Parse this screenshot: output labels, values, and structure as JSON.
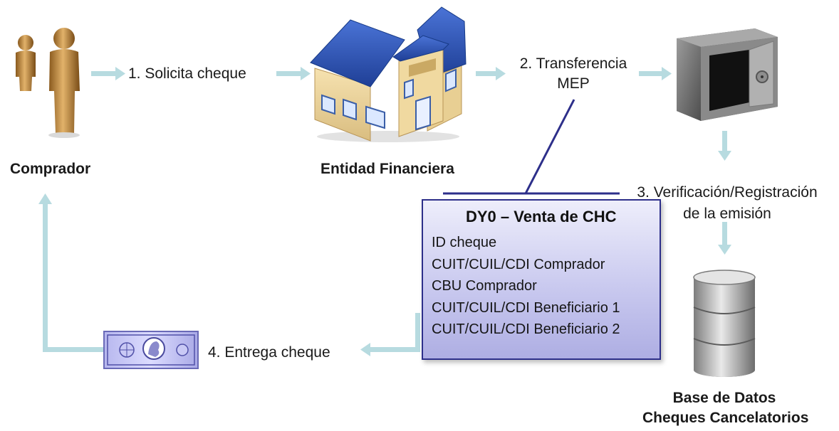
{
  "nodes": {
    "comprador": "Comprador",
    "entidad": "Entidad Financiera",
    "base_line1": "Base de Datos",
    "base_line2": "Cheques Cancelatorios"
  },
  "steps": {
    "s1": "1. Solicita cheque",
    "s2_line1": "2. Transferencia",
    "s2_line2": "MEP",
    "s3_line1": "3. Verificación/Registración",
    "s3_line2": "de la emisión",
    "s4": "4. Entrega cheque"
  },
  "info_box": {
    "title": "DY0 – Venta de CHC",
    "fields": [
      "ID cheque",
      "CUIT/CUIL/CDI Comprador",
      "CBU Comprador",
      "CUIT/CUIL/CDI Beneficiario 1",
      "CUIT/CUIL/CDI Beneficiario 2"
    ]
  },
  "colors": {
    "arrow": "#b7dbe0",
    "connector": "#2d2f8a",
    "box_border": "#2d2f8a",
    "box_fill": "#c9c9ef",
    "person": "#c8944a",
    "roof": "#2e55b5",
    "safe": "#707070"
  },
  "icons": [
    "person-pair-icon",
    "bank-building-icon",
    "safe-icon",
    "database-icon",
    "cheque-icon"
  ]
}
